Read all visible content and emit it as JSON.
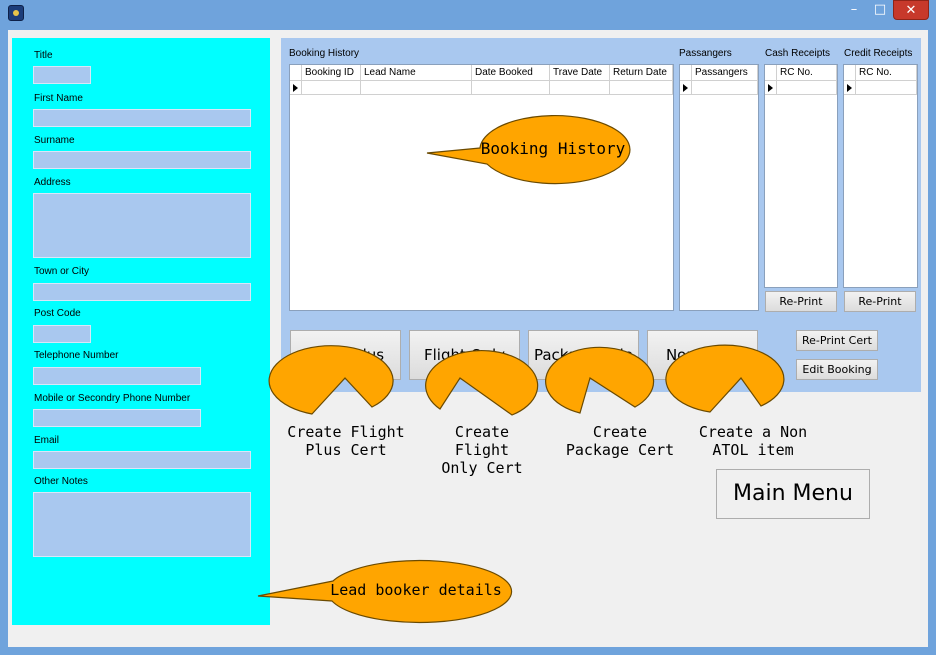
{
  "window": {
    "minimize_glyph": "–",
    "maximize_glyph": "□",
    "close_glyph": "✕"
  },
  "lead_form": {
    "title_label": "Title",
    "first_name_label": "First Name",
    "surname_label": "Surname",
    "address_label": "Address",
    "town_label": "Town or City",
    "postcode_label": "Post Code",
    "telephone_label": "Telephone Number",
    "mobile_label": "Mobile or Secondry Phone Number",
    "email_label": "Email",
    "notes_label": "Other Notes"
  },
  "booking_history": {
    "section_label": "Booking History",
    "columns": [
      "Booking ID",
      "Lead Name",
      "Date Booked",
      "Trave Date",
      "Return Date"
    ]
  },
  "passengers": {
    "section_label": "Passangers",
    "column": "Passangers"
  },
  "cash_receipts": {
    "section_label": "Cash Receipts",
    "column": "RC No.",
    "reprint_label": "Re-Print"
  },
  "credit_receipts": {
    "section_label": "Credit Receipts",
    "column": "RC No.",
    "reprint_label": "Re-Print"
  },
  "actions": {
    "flight_plus": "Flight Plus",
    "flight_only": "Flight Only",
    "package_sale": "Package Sale",
    "non_atol": "Non ATOL",
    "reprint_cert": "Re-Print Cert",
    "edit_booking": "Edit Booking",
    "main_menu": "Main Menu"
  },
  "callouts": {
    "booking_history": "Booking History",
    "flight_plus_line1": "Create Flight",
    "flight_plus_line2": "Plus Cert",
    "flight_only_line1": "Create Flight",
    "flight_only_line2": "Only Cert",
    "package_line1": "Create",
    "package_line2": "Package Cert",
    "non_atol_line1": "Create a Non",
    "non_atol_line2": "ATOL item",
    "lead_booker": "Lead booker details"
  },
  "colors": {
    "lead_panel": "#00ffff",
    "fields": "#a9c8ef",
    "callout_fill": "#ffa500",
    "window_frame": "#6fa3dc",
    "close_button": "#c7392b"
  },
  "icons": {
    "app": "app-icon",
    "row_selector": "row-pointer-icon"
  }
}
